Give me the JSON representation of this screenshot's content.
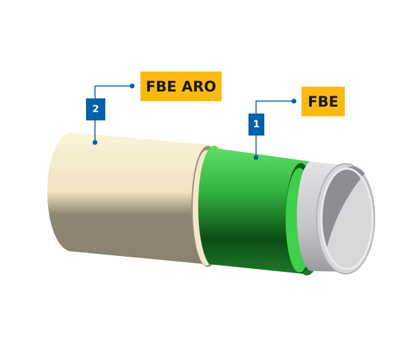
{
  "layers": [
    {
      "number": "1",
      "label": "FBE",
      "color": "#3cbf45"
    },
    {
      "number": "2",
      "label": "FBE ARO",
      "color": "#f6efd5"
    }
  ],
  "colors": {
    "callout": "#0060a8",
    "tag": "#fdb913",
    "steel": "#c9cacc"
  }
}
